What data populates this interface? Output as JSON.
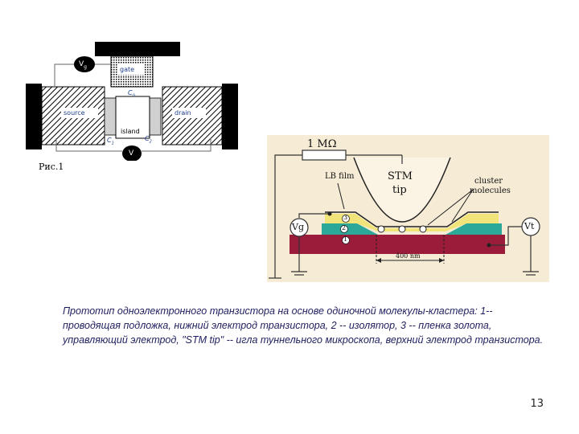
{
  "figure1": {
    "gate_label": "gate",
    "source_label": "source",
    "drain_label": "drain",
    "island_label": "island",
    "vg_label": "V",
    "vg_sub": "g",
    "v_label": "V",
    "c0_label": "C",
    "c0_sub": "0",
    "c1_label": "C",
    "c1_sub": "1",
    "c2_label": "C",
    "c2_sub": "2",
    "fig_caption": "Рис.1"
  },
  "figure2": {
    "resistor_label": "1 MΩ",
    "lb_film_label": "LB film",
    "stm_label": "STM",
    "tip_label": "tip",
    "cluster_label_1": "cluster",
    "cluster_label_2": "molecules",
    "vg_label": "Vg",
    "vt_label": "Vt",
    "layer_labels": [
      "3",
      "2",
      "1"
    ],
    "scale_label": "400 nm",
    "colors": {
      "background": "#f6ecd6",
      "layer1": "#9b1b3a",
      "layer2": "#2ba898",
      "layer3": "#f0e47a"
    }
  },
  "caption": {
    "text": "Прототип одноэлектронного транзистора на основе одиночной молекулы-кластера: 1-- проводящая подложка, нижний электрод транзистора, 2 -- изолятор, 3 -- пленка золота, управляющий электрод, \"STM tip\" -- игла туннельного микроскопа, верхний электрод транзистора."
  },
  "slide_number": "13"
}
